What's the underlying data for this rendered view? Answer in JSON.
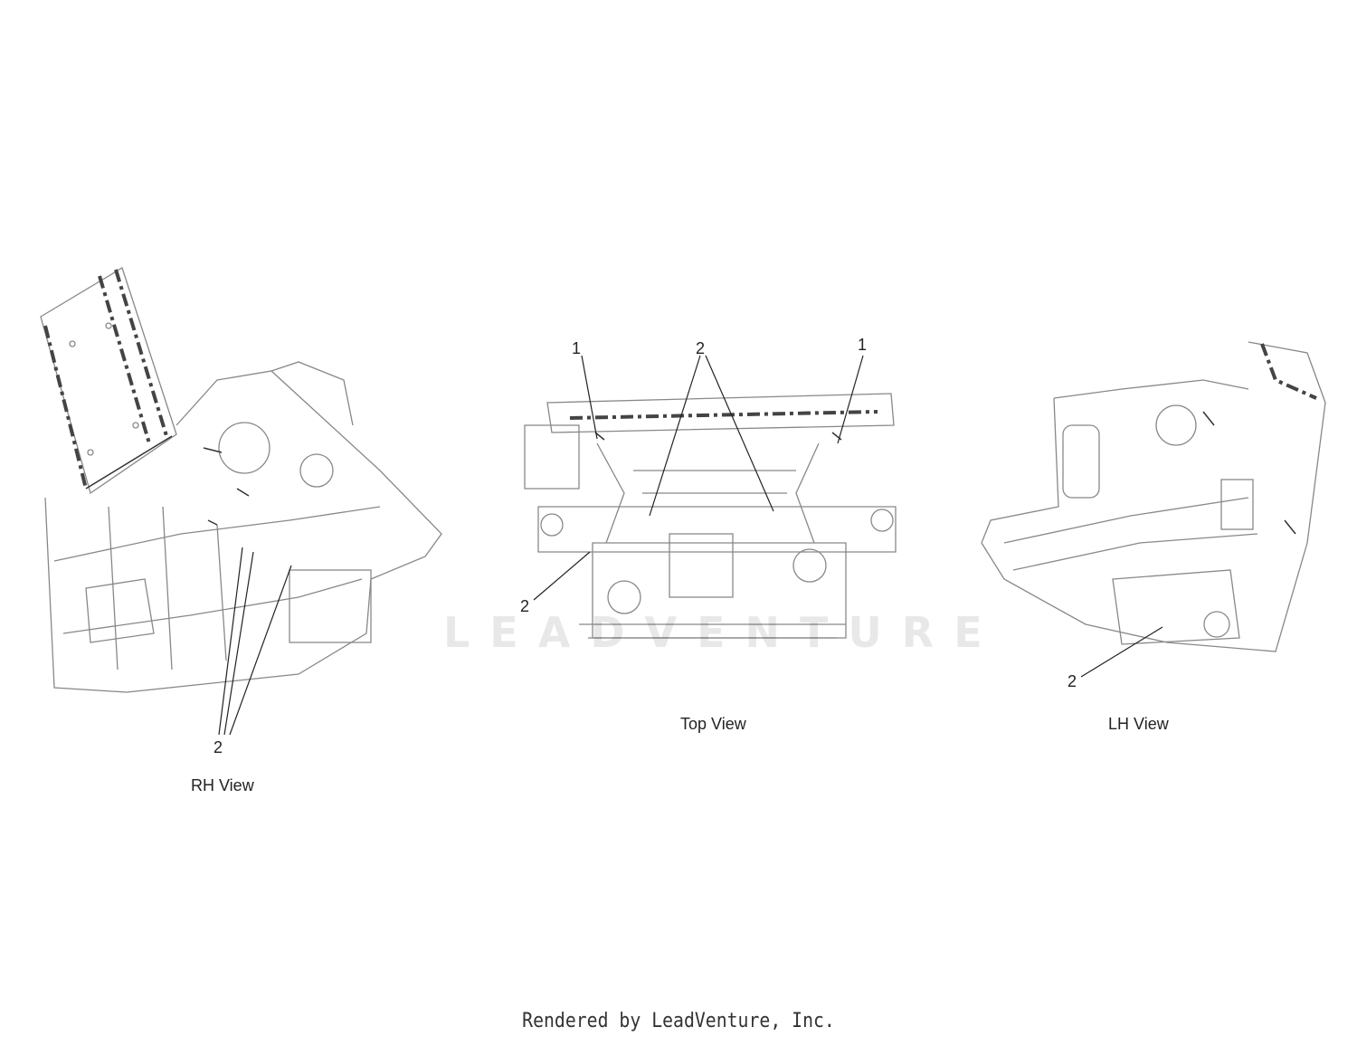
{
  "views": {
    "rh": {
      "title": "RH View",
      "callouts": [
        "2"
      ]
    },
    "top": {
      "title": "Top View",
      "callouts": [
        "1",
        "2",
        "1",
        "2"
      ]
    },
    "lh": {
      "title": "LH View",
      "callouts": [
        "2"
      ]
    }
  },
  "watermark": "LEADVENTURE",
  "footer": "Rendered by LeadVenture, Inc."
}
